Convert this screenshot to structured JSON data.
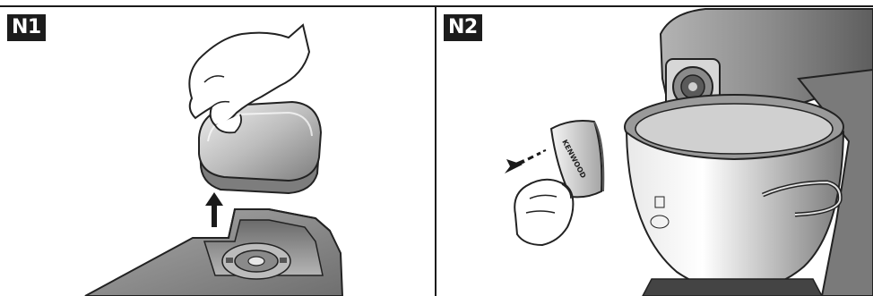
{
  "steps": [
    {
      "label": "N1"
    },
    {
      "label": "N2"
    }
  ],
  "cover_brand": "KENWOOD",
  "colors": {
    "frame": "#1a1a1a",
    "label_bg": "#1c1c1c",
    "label_text": "#ffffff",
    "mixer_body": "#8f8f8f",
    "steel": "#c9c9c9"
  }
}
